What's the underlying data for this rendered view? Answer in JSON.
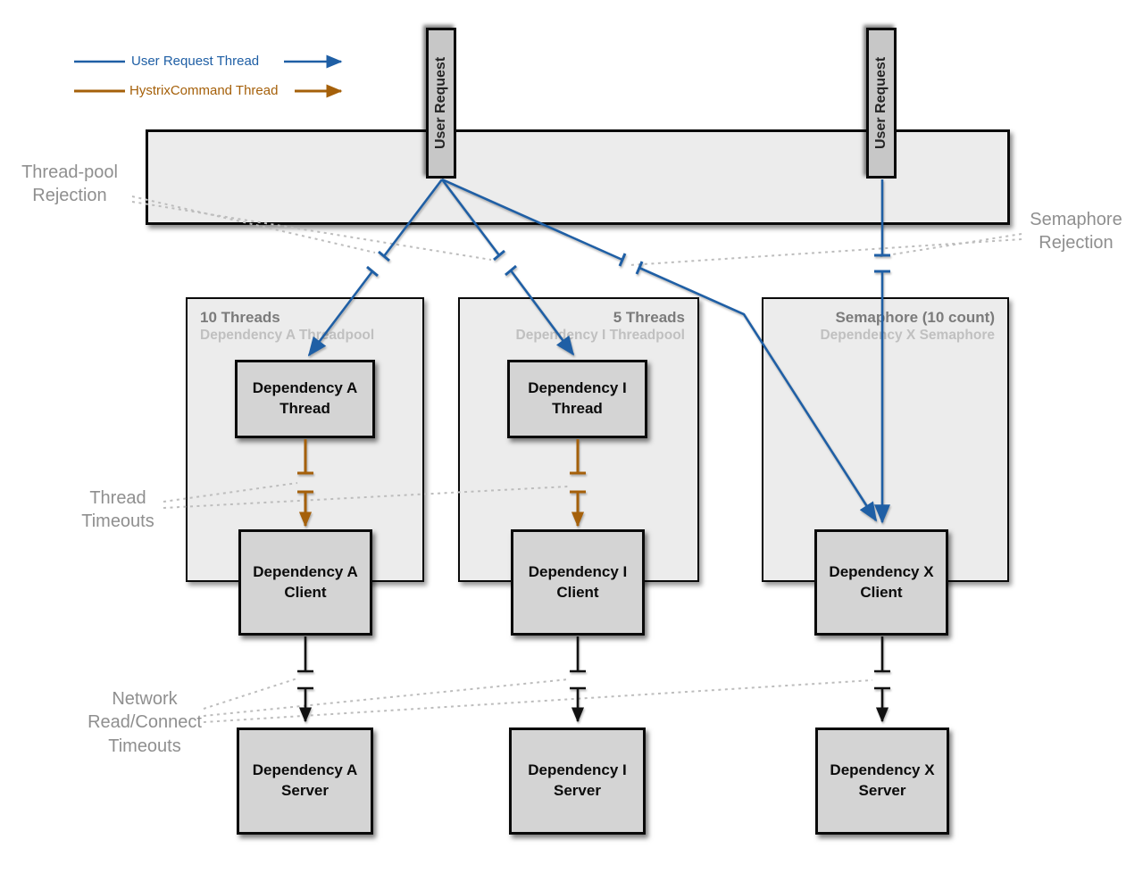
{
  "colors": {
    "user_request_thread": "#1f5fa5",
    "hystrix_command_thread": "#a5600a",
    "arrow_black": "#111111",
    "dotted_gray": "#bdbdbd",
    "annotation_gray": "#8f8f8f",
    "pool_title_gray": "#7b7b7b",
    "pool_subtitle_gray": "#c0c0c0",
    "panel_fill": "#ececec",
    "node_fill": "#d4d4d4",
    "user_request_fill": "#c7c7c7"
  },
  "legend": {
    "items": [
      {
        "label": "User Request Thread",
        "color": "#1f5fa5"
      },
      {
        "label": "HystrixCommand Thread",
        "color": "#a5600a"
      }
    ]
  },
  "user_requests": [
    {
      "label": "User Request"
    },
    {
      "label": "User Request"
    }
  ],
  "annotations": {
    "thread_pool_rejection": "Thread-pool\nRejection",
    "semaphore_rejection": "Semaphore\nRejection",
    "thread_timeouts": "Thread\nTimeouts",
    "network_timeouts": "Network\nRead/Connect\nTimeouts"
  },
  "pools": [
    {
      "title": "10 Threads",
      "subtitle": "Dependency A Threadpool"
    },
    {
      "title": "5 Threads",
      "subtitle": "Dependency I Threadpool"
    },
    {
      "title": "Semaphore (10 count)",
      "subtitle": "Dependency X Semaphore"
    }
  ],
  "nodes": {
    "thread_a": "Dependency A\nThread",
    "thread_i": "Dependency I\nThread",
    "client_a": "Dependency A\nClient",
    "client_i": "Dependency I\nClient",
    "client_x": "Dependency X\nClient",
    "server_a": "Dependency A\nServer",
    "server_i": "Dependency I\nServer",
    "server_x": "Dependency X\nServer"
  }
}
